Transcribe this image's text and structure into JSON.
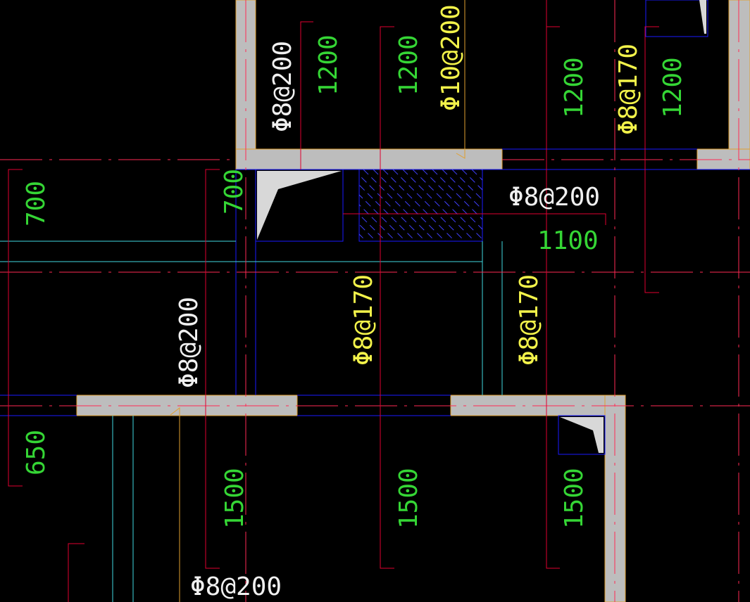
{
  "colors": {
    "background": "#000000",
    "wall_fill": "#bdbdbd",
    "wall_edge": "#e0a030",
    "axis_red": "#ff2a55",
    "dim_red": "#e00030",
    "blue": "#1a1aff",
    "cyan": "#3fd9e0",
    "dim_text_green": "#35d635",
    "rebar_yellow": "#f2f24a",
    "rebar_white": "#f0f0f0",
    "hatch": "#4040ff"
  },
  "labels": {
    "rebar_top_left": "Φ8@200",
    "rebar_top_center": "Φ10@200",
    "rebar_top_right": "Φ8@170",
    "rebar_mid_right": "Φ8@200",
    "rebar_mid_left": "Φ8@200",
    "rebar_mid_center": "Φ8@170",
    "rebar_mid_center_right": "Φ8@170",
    "rebar_bottom": "Φ8@200"
  },
  "dimensions": {
    "dim_1200_a": "1200",
    "dim_1200_b": "1200",
    "dim_1200_c": "1200",
    "dim_1200_d": "1200",
    "dim_700_a": "700",
    "dim_700_b": "700",
    "dim_1100": "1100",
    "dim_650": "650",
    "dim_1500_a": "1500",
    "dim_1500_b": "1500",
    "dim_1500_c": "1500"
  }
}
